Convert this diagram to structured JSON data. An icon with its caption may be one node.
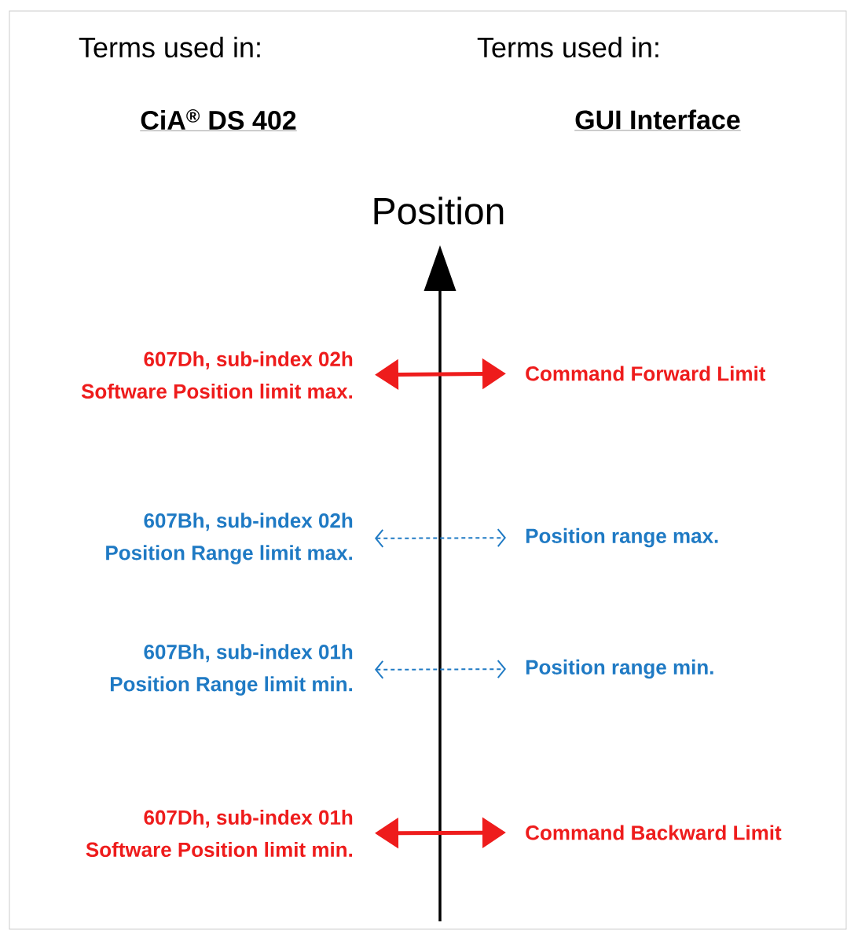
{
  "diagram": {
    "nodes": [
      {
        "text": [
          "607Dh, sub-index 02h",
          "Software Position limit max."
        ]
      },
      {
        "text": [
          "Command Forward Limit"
        ]
      },
      {
        "text": [
          "607Bh, sub-index 02h",
          "Position Range limit max."
        ]
      },
      {
        "text": [
          "Position range max."
        ]
      },
      {
        "text": [
          "607Bh, sub-index 01h",
          "Position Range limit min."
        ]
      },
      {
        "text": [
          "Position range min."
        ]
      },
      {
        "text": [
          "607Dh, sub-index 01h",
          "Software Position limit min."
        ]
      },
      {
        "text": [
          "Command Backward Limit"
        ]
      }
    ],
    "edges": [
      {
        "from": 0,
        "to": 1,
        "arrow": "both",
        "style": "thick",
        "color": "#ee1c1c"
      },
      {
        "from": 2,
        "to": 3,
        "arrow": "both",
        "style": "dashed",
        "color": "#1f7ac4"
      },
      {
        "from": 4,
        "to": 5,
        "arrow": "both",
        "style": "dashed",
        "color": "#1f7ac4"
      },
      {
        "from": 6,
        "to": 7,
        "arrow": "both",
        "style": "thick",
        "color": "#ee1c1c"
      }
    ],
    "labels": [
      "Terms used in:",
      "Terms used in:",
      "CiA$^{®}$ DS 402",
      "GUI Interface",
      "Position"
    ]
  }
}
